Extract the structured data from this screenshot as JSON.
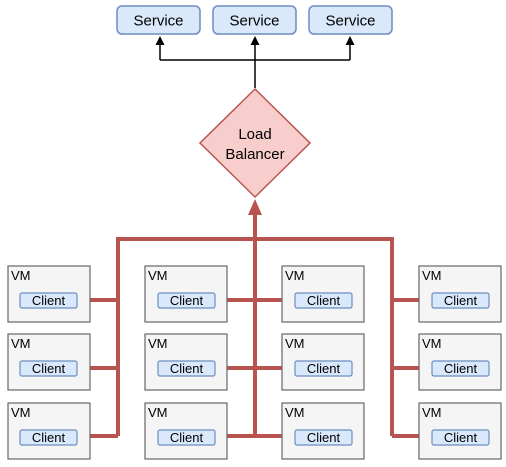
{
  "services": [
    {
      "label": "Service"
    },
    {
      "label": "Service"
    },
    {
      "label": "Service"
    }
  ],
  "load_balancer": {
    "line1": "Load",
    "line2": "Balancer"
  },
  "vms": [
    {
      "label": "VM",
      "client": "Client"
    },
    {
      "label": "VM",
      "client": "Client"
    },
    {
      "label": "VM",
      "client": "Client"
    },
    {
      "label": "VM",
      "client": "Client"
    },
    {
      "label": "VM",
      "client": "Client"
    },
    {
      "label": "VM",
      "client": "Client"
    },
    {
      "label": "VM",
      "client": "Client"
    },
    {
      "label": "VM",
      "client": "Client"
    },
    {
      "label": "VM",
      "client": "Client"
    },
    {
      "label": "VM",
      "client": "Client"
    },
    {
      "label": "VM",
      "client": "Client"
    },
    {
      "label": "VM",
      "client": "Client"
    }
  ],
  "colors": {
    "service_fill": "#dae8fc",
    "service_stroke": "#6c8ebf",
    "lb_fill": "#f8cecc",
    "lb_stroke": "#b85450",
    "vm_fill": "#f5f5f5",
    "vm_stroke": "#666666",
    "connector": "#b85450",
    "arrow": "#000000"
  }
}
